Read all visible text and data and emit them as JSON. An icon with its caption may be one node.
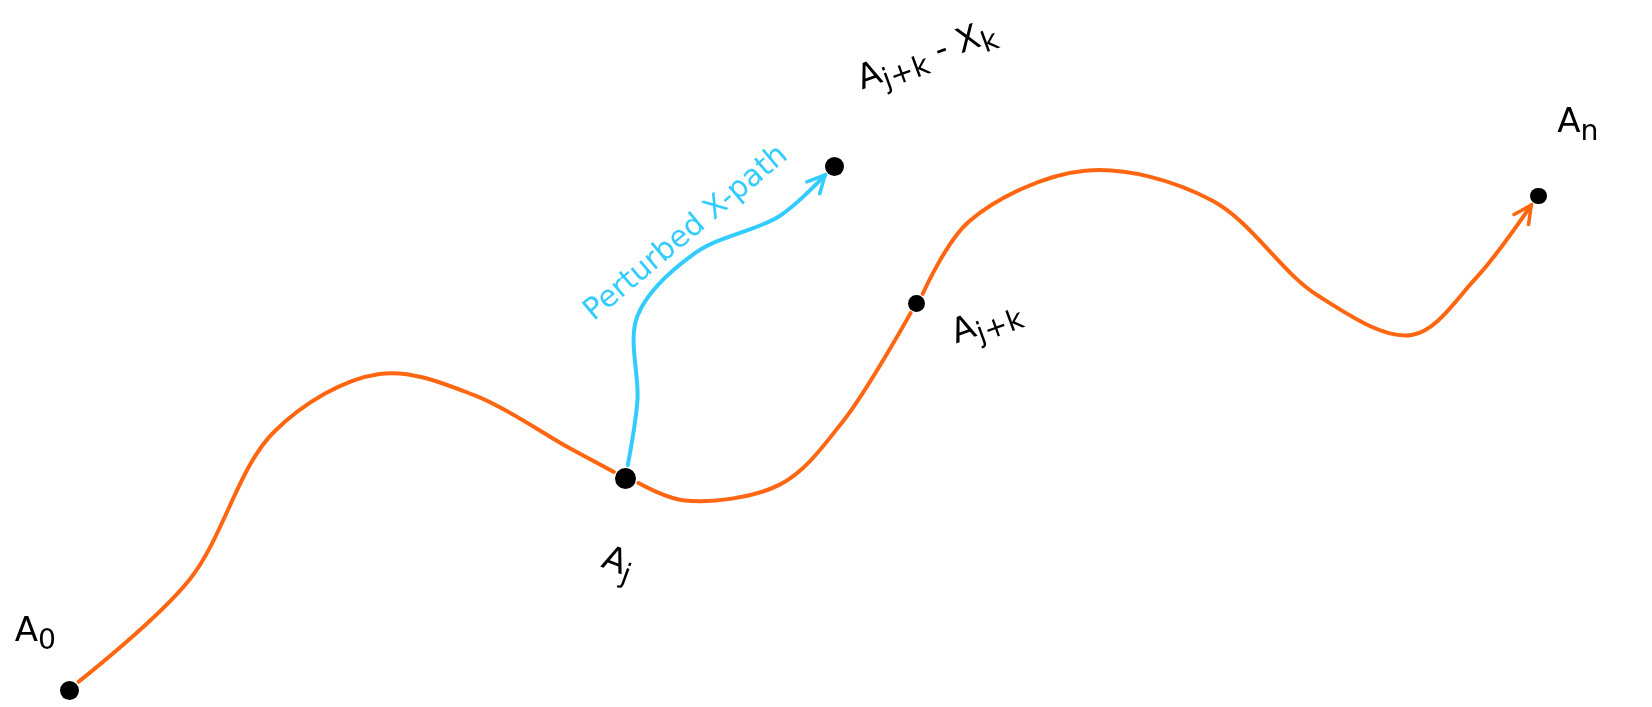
{
  "diagram": {
    "nodes": [
      {
        "text": [],
        "shape": "circle",
        "beside": [
          "A$_{0}$"
        ]
      },
      {
        "text": [],
        "shape": "circle",
        "beside": [
          "A$_{j}$"
        ]
      },
      {
        "text": [],
        "shape": "circle",
        "beside": [
          "A$_{j+k}$"
        ]
      },
      {
        "text": [],
        "shape": "circle",
        "beside": [
          "A$_{j+k}$ - X$_{k}$"
        ]
      },
      {
        "text": [],
        "shape": "circle",
        "beside": [
          "A$_{n}$"
        ]
      }
    ],
    "edges": [
      {
        "from": 0,
        "to": 1,
        "arrow": "none"
      },
      {
        "from": 1,
        "to": 2,
        "arrow": "none"
      },
      {
        "from": 2,
        "to": 4,
        "arrow": "to"
      },
      {
        "from": 1,
        "to": 3,
        "arrow": "to",
        "label": "Perturbed X-path",
        "color": "#33ccff"
      }
    ]
  }
}
